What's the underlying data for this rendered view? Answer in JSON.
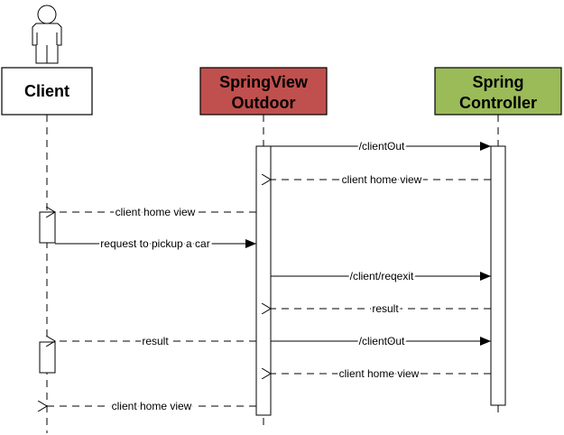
{
  "diagram": {
    "type": "sequence",
    "participants": [
      {
        "id": "client",
        "label_lines": [
          "Client"
        ],
        "fill": "#ffffff",
        "actor_icon": true
      },
      {
        "id": "springview",
        "label_lines": [
          "SpringView",
          "Outdoor"
        ],
        "fill": "#c0504d"
      },
      {
        "id": "controller",
        "label_lines": [
          "Spring",
          "Controller"
        ],
        "fill": "#9bbb59"
      }
    ],
    "messages": [
      {
        "from": "springview",
        "to": "controller",
        "label": "/clientOut",
        "style": "sync"
      },
      {
        "from": "controller",
        "to": "springview",
        "label": "client home view",
        "style": "return"
      },
      {
        "from": "springview",
        "to": "client",
        "label": "client home view",
        "style": "return"
      },
      {
        "from": "client",
        "to": "springview",
        "label": "request to pickup a car",
        "style": "sync"
      },
      {
        "from": "springview",
        "to": "controller",
        "label": "/client/reqexit",
        "style": "sync",
        "color": "#c00000"
      },
      {
        "from": "controller",
        "to": "springview",
        "label": "result",
        "style": "return"
      },
      {
        "from": "springview",
        "to": "client",
        "label": "result",
        "style": "return"
      },
      {
        "from": "springview",
        "to": "controller",
        "label": "/clientOut",
        "style": "sync"
      },
      {
        "from": "controller",
        "to": "springview",
        "label": "client home view",
        "style": "return"
      },
      {
        "from": "springview",
        "to": "client",
        "label": "client home view",
        "style": "return"
      }
    ]
  }
}
